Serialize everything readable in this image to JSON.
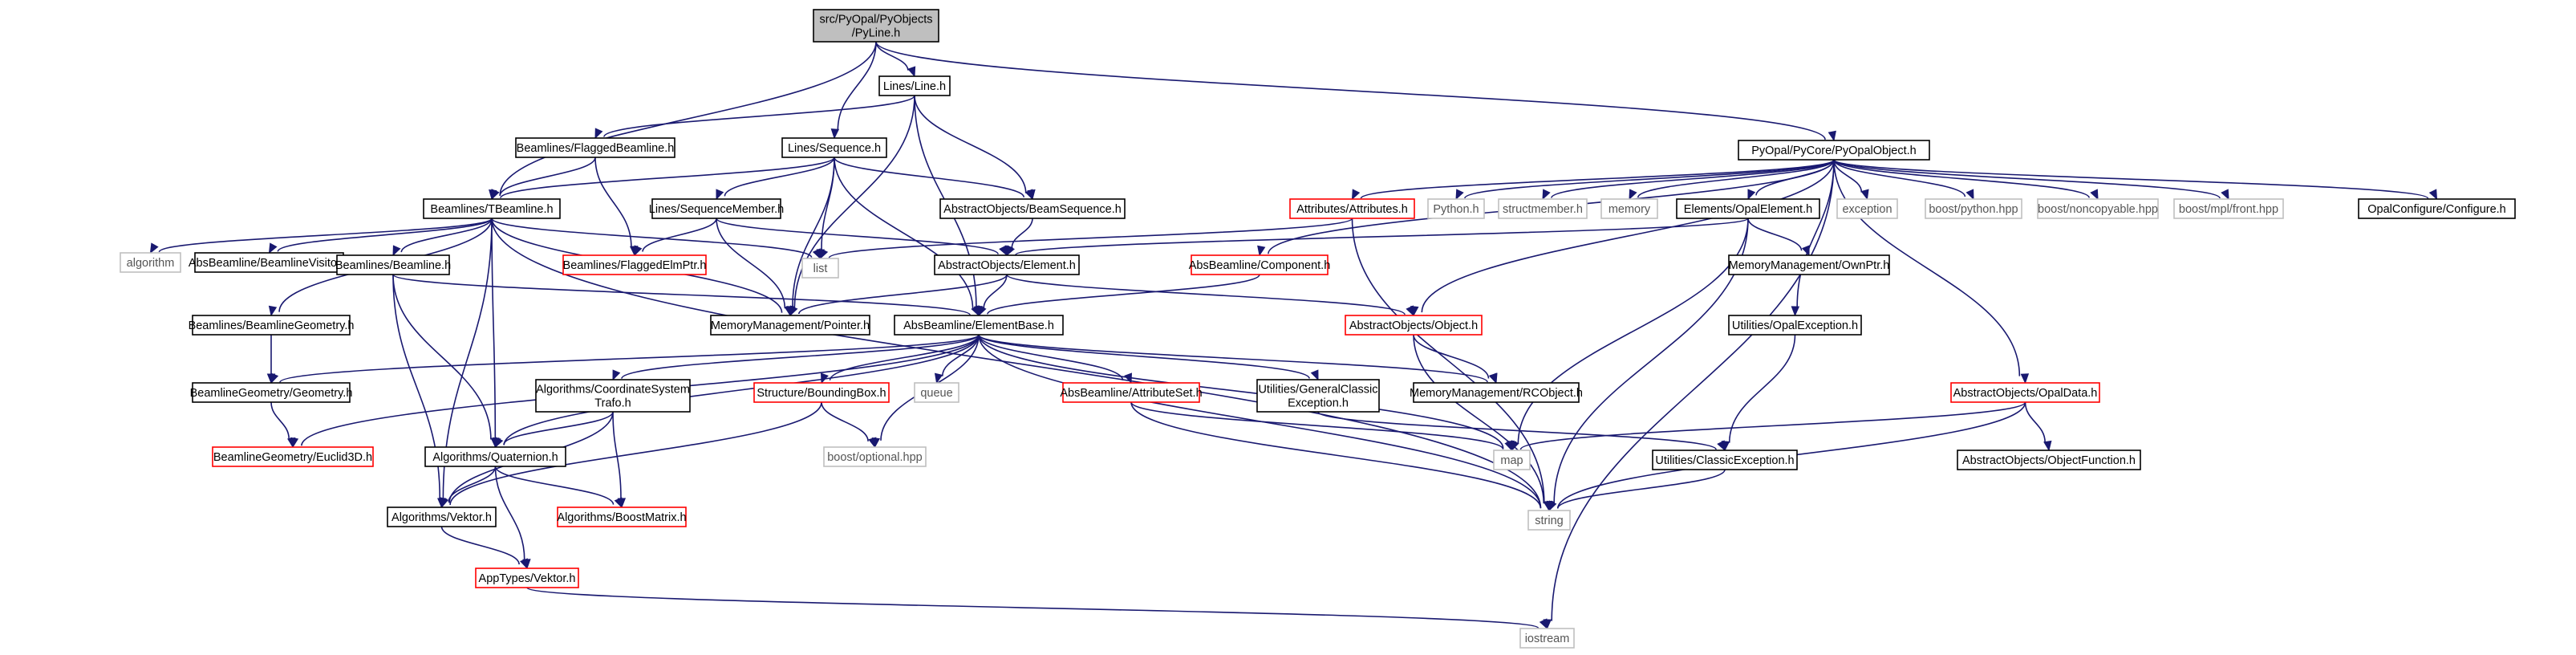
{
  "colors": {
    "edge": "#191970",
    "root_fill": "#bfbfbf",
    "normal_border": "#000000",
    "truncated_border": "#ff0000",
    "external_border": "#bfbfbf",
    "normal_text": "#000000",
    "external_text": "#555555"
  },
  "nodes": [
    {
      "id": "root",
      "kind": "root",
      "lines": [
        "src/PyOpal/PyObjects",
        "/PyLine.h"
      ]
    },
    {
      "id": "lines_line",
      "kind": "normal",
      "lines": [
        "Lines/Line.h"
      ]
    },
    {
      "id": "pycore",
      "kind": "normal",
      "lines": [
        "PyOpal/PyCore/PyOpalObject.h"
      ]
    },
    {
      "id": "flagged_bl",
      "kind": "normal",
      "lines": [
        "Beamlines/FlaggedBeamline.h"
      ]
    },
    {
      "id": "sequence",
      "kind": "normal",
      "lines": [
        "Lines/Sequence.h"
      ]
    },
    {
      "id": "tbeamline",
      "kind": "normal",
      "lines": [
        "Beamlines/TBeamline.h"
      ]
    },
    {
      "id": "seqmember",
      "kind": "normal",
      "lines": [
        "Lines/SequenceMember.h"
      ]
    },
    {
      "id": "beamseq",
      "kind": "normal",
      "lines": [
        "AbstractObjects/BeamSequence.h"
      ]
    },
    {
      "id": "attributes",
      "kind": "truncated",
      "lines": [
        "Attributes/Attributes.h"
      ]
    },
    {
      "id": "python",
      "kind": "external",
      "lines": [
        "Python.h"
      ]
    },
    {
      "id": "structmember",
      "kind": "external",
      "lines": [
        "structmember.h"
      ]
    },
    {
      "id": "memory",
      "kind": "external",
      "lines": [
        "memory"
      ]
    },
    {
      "id": "opalelement",
      "kind": "normal",
      "lines": [
        "Elements/OpalElement.h"
      ]
    },
    {
      "id": "exception",
      "kind": "external",
      "lines": [
        "exception"
      ]
    },
    {
      "id": "boostpython",
      "kind": "external",
      "lines": [
        "boost/python.hpp"
      ]
    },
    {
      "id": "boostnoncopy",
      "kind": "external",
      "lines": [
        "boost/noncopyable.hpp"
      ]
    },
    {
      "id": "boostmpl",
      "kind": "external",
      "lines": [
        "boost/mpl/front.hpp"
      ]
    },
    {
      "id": "opalconfig",
      "kind": "normal",
      "lines": [
        "OpalConfigure/Configure.h"
      ]
    },
    {
      "id": "algorithm",
      "kind": "external",
      "lines": [
        "algorithm"
      ]
    },
    {
      "id": "blvisitor",
      "kind": "normal",
      "lines": [
        "AbsBeamline/BeamlineVisitor.h"
      ]
    },
    {
      "id": "beamline",
      "kind": "normal",
      "lines": [
        "Beamlines/Beamline.h"
      ]
    },
    {
      "id": "flaggedelm",
      "kind": "truncated",
      "lines": [
        "Beamlines/FlaggedElmPtr.h"
      ]
    },
    {
      "id": "list",
      "kind": "external",
      "lines": [
        "list"
      ]
    },
    {
      "id": "aoelement",
      "kind": "normal",
      "lines": [
        "AbstractObjects/Element.h"
      ]
    },
    {
      "id": "component",
      "kind": "truncated",
      "lines": [
        "AbsBeamline/Component.h"
      ]
    },
    {
      "id": "ownptr",
      "kind": "normal",
      "lines": [
        "MemoryManagement/OwnPtr.h"
      ]
    },
    {
      "id": "blgeom",
      "kind": "normal",
      "lines": [
        "Beamlines/BeamlineGeometry.h"
      ]
    },
    {
      "id": "pointer",
      "kind": "normal",
      "lines": [
        "MemoryManagement/Pointer.h"
      ]
    },
    {
      "id": "elembase",
      "kind": "normal",
      "lines": [
        "AbsBeamline/ElementBase.h"
      ]
    },
    {
      "id": "object",
      "kind": "truncated",
      "lines": [
        "AbstractObjects/Object.h"
      ]
    },
    {
      "id": "opalexc",
      "kind": "normal",
      "lines": [
        "Utilities/OpalException.h"
      ]
    },
    {
      "id": "geometry",
      "kind": "normal",
      "lines": [
        "BeamlineGeometry/Geometry.h"
      ]
    },
    {
      "id": "coordtrafo",
      "kind": "normal",
      "lines": [
        "Algorithms/CoordinateSystem",
        "Trafo.h"
      ]
    },
    {
      "id": "boundingbox",
      "kind": "truncated",
      "lines": [
        "Structure/BoundingBox.h"
      ]
    },
    {
      "id": "queue",
      "kind": "external",
      "lines": [
        "queue"
      ]
    },
    {
      "id": "attrset",
      "kind": "truncated",
      "lines": [
        "AbsBeamline/AttributeSet.h"
      ]
    },
    {
      "id": "genclassexc",
      "kind": "normal",
      "lines": [
        "Utilities/GeneralClassic",
        "Exception.h"
      ]
    },
    {
      "id": "rcobject",
      "kind": "normal",
      "lines": [
        "MemoryManagement/RCObject.h"
      ]
    },
    {
      "id": "opaldata",
      "kind": "truncated",
      "lines": [
        "AbstractObjects/OpalData.h"
      ]
    },
    {
      "id": "euclid3d",
      "kind": "truncated",
      "lines": [
        "BeamlineGeometry/Euclid3D.h"
      ]
    },
    {
      "id": "quaternion",
      "kind": "normal",
      "lines": [
        "Algorithms/Quaternion.h"
      ]
    },
    {
      "id": "boostoptional",
      "kind": "external",
      "lines": [
        "boost/optional.hpp"
      ]
    },
    {
      "id": "map",
      "kind": "external",
      "lines": [
        "map"
      ]
    },
    {
      "id": "classicexc",
      "kind": "normal",
      "lines": [
        "Utilities/ClassicException.h"
      ]
    },
    {
      "id": "objfunc",
      "kind": "normal",
      "lines": [
        "AbstractObjects/ObjectFunction.h"
      ]
    },
    {
      "id": "algvektor",
      "kind": "normal",
      "lines": [
        "Algorithms/Vektor.h"
      ]
    },
    {
      "id": "boostmatrix",
      "kind": "truncated",
      "lines": [
        "Algorithms/BoostMatrix.h"
      ]
    },
    {
      "id": "string",
      "kind": "external",
      "lines": [
        "string"
      ]
    },
    {
      "id": "appvektor",
      "kind": "truncated",
      "lines": [
        "AppTypes/Vektor.h"
      ]
    },
    {
      "id": "iostream",
      "kind": "external",
      "lines": [
        "iostream"
      ]
    }
  ],
  "edges": [
    [
      "root",
      "lines_line"
    ],
    [
      "root",
      "pycore"
    ],
    [
      "root",
      "tbeamline"
    ],
    [
      "root",
      "sequence"
    ],
    [
      "lines_line",
      "flagged_bl"
    ],
    [
      "lines_line",
      "beamseq"
    ],
    [
      "lines_line",
      "pointer"
    ],
    [
      "lines_line",
      "elembase"
    ],
    [
      "flagged_bl",
      "tbeamline"
    ],
    [
      "flagged_bl",
      "flaggedelm"
    ],
    [
      "sequence",
      "tbeamline"
    ],
    [
      "sequence",
      "seqmember"
    ],
    [
      "sequence",
      "beamseq"
    ],
    [
      "sequence",
      "list"
    ],
    [
      "sequence",
      "pointer"
    ],
    [
      "sequence",
      "elembase"
    ],
    [
      "seqmember",
      "flaggedelm"
    ],
    [
      "seqmember",
      "aoelement"
    ],
    [
      "seqmember",
      "pointer"
    ],
    [
      "beamseq",
      "aoelement"
    ],
    [
      "tbeamline",
      "algorithm"
    ],
    [
      "tbeamline",
      "blvisitor"
    ],
    [
      "tbeamline",
      "beamline"
    ],
    [
      "tbeamline",
      "blgeom"
    ],
    [
      "tbeamline",
      "list"
    ],
    [
      "tbeamline",
      "pointer"
    ],
    [
      "tbeamline",
      "quaternion"
    ],
    [
      "tbeamline",
      "algvektor"
    ],
    [
      "tbeamline",
      "string"
    ],
    [
      "beamline",
      "elembase"
    ],
    [
      "beamline",
      "quaternion"
    ],
    [
      "beamline",
      "algvektor"
    ],
    [
      "blgeom",
      "geometry"
    ],
    [
      "geometry",
      "euclid3d"
    ],
    [
      "aoelement",
      "pointer"
    ],
    [
      "aoelement",
      "elembase"
    ],
    [
      "aoelement",
      "object"
    ],
    [
      "component",
      "elembase"
    ],
    [
      "elembase",
      "geometry"
    ],
    [
      "elembase",
      "euclid3d"
    ],
    [
      "elembase",
      "quaternion"
    ],
    [
      "elembase",
      "coordtrafo"
    ],
    [
      "elembase",
      "boundingbox"
    ],
    [
      "elembase",
      "queue"
    ],
    [
      "elembase",
      "boostoptional"
    ],
    [
      "elembase",
      "attrset"
    ],
    [
      "elembase",
      "genclassexc"
    ],
    [
      "elembase",
      "rcobject"
    ],
    [
      "elembase",
      "map"
    ],
    [
      "elembase",
      "string"
    ],
    [
      "coordtrafo",
      "quaternion"
    ],
    [
      "coordtrafo",
      "algvektor"
    ],
    [
      "coordtrafo",
      "boostmatrix"
    ],
    [
      "boundingbox",
      "boostoptional"
    ],
    [
      "boundingbox",
      "algvektor"
    ],
    [
      "attrset",
      "map"
    ],
    [
      "attrset",
      "string"
    ],
    [
      "genclassexc",
      "classicexc"
    ],
    [
      "quaternion",
      "algvektor"
    ],
    [
      "quaternion",
      "appvektor"
    ],
    [
      "quaternion",
      "boostmatrix"
    ],
    [
      "algvektor",
      "appvektor"
    ],
    [
      "appvektor",
      "iostream"
    ],
    [
      "pycore",
      "attributes"
    ],
    [
      "pycore",
      "python"
    ],
    [
      "pycore",
      "structmember"
    ],
    [
      "pycore",
      "memory"
    ],
    [
      "pycore",
      "opalelement"
    ],
    [
      "pycore",
      "exception"
    ],
    [
      "pycore",
      "boostpython"
    ],
    [
      "pycore",
      "boostnoncopy"
    ],
    [
      "pycore",
      "boostmpl"
    ],
    [
      "pycore",
      "opalconfig"
    ],
    [
      "pycore",
      "component"
    ],
    [
      "pycore",
      "object"
    ],
    [
      "pycore",
      "opalexc"
    ],
    [
      "pycore",
      "opaldata"
    ],
    [
      "pycore",
      "iostream"
    ],
    [
      "attributes",
      "list"
    ],
    [
      "attributes",
      "string"
    ],
    [
      "opalelement",
      "aoelement"
    ],
    [
      "opalelement",
      "ownptr"
    ],
    [
      "opalelement",
      "map"
    ],
    [
      "opalelement",
      "string"
    ],
    [
      "object",
      "rcobject"
    ],
    [
      "object",
      "string"
    ],
    [
      "opalexc",
      "classicexc"
    ],
    [
      "classicexc",
      "string"
    ],
    [
      "opaldata",
      "map"
    ],
    [
      "opaldata",
      "string"
    ],
    [
      "opaldata",
      "objfunc"
    ]
  ]
}
